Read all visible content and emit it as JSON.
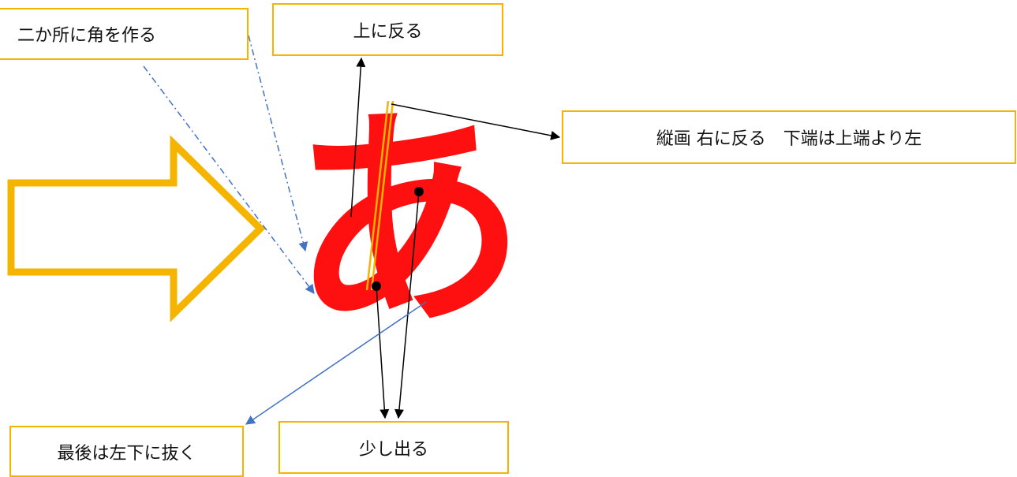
{
  "diagram": {
    "character": "あ",
    "character_color": "#ff1010",
    "callout_border_color": "#f4b400",
    "arrow_color": "#f4b400",
    "callouts": {
      "corners": "二か所に角を作る",
      "top": "上に反る",
      "vertical": "縦画 右に反る　下端は上端より左",
      "last": "最後は左下に抜く",
      "out": "少し出る"
    }
  }
}
